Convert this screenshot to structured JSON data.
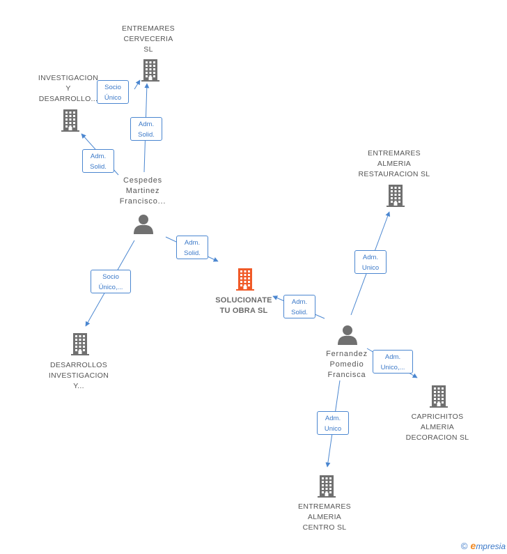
{
  "colors": {
    "node": "#707070",
    "main_node": "#f05a28",
    "edge": "#4a86d0",
    "edge_label_text": "#3a78c8"
  },
  "nodes": [
    {
      "id": "main",
      "kind": "company-main",
      "label": "SOLUCIONATE\nTU OBRA SL"
    },
    {
      "id": "cervec",
      "kind": "company",
      "label": "ENTREMARES\nCERVECERIA\nSL"
    },
    {
      "id": "invdes",
      "kind": "company",
      "label": "INVESTIGACION\nY\nDESARROLLO..."
    },
    {
      "id": "cespedes",
      "kind": "person",
      "label": "Cespedes\nMartinez\nFrancisco..."
    },
    {
      "id": "restaur",
      "kind": "company",
      "label": "ENTREMARES\nALMERIA\nRESTAURACION SL"
    },
    {
      "id": "desinv",
      "kind": "company",
      "label": "DESARROLLOS\nINVESTIGACION\nY..."
    },
    {
      "id": "fernandez",
      "kind": "person",
      "label": "Fernandez\nPomedio\nFrancisca"
    },
    {
      "id": "caprich",
      "kind": "company",
      "label": "CAPRICHITOS\nALMERIA\nDECORACION SL"
    },
    {
      "id": "centro",
      "kind": "company",
      "label": "ENTREMARES\nALMERIA\nCENTRO SL"
    }
  ],
  "edges": [
    {
      "from": "cespedes",
      "to": "cervec",
      "label": "Adm.\nSolid."
    },
    {
      "from": "cespedes",
      "to": "invdes",
      "label": "Adm.\nSolid."
    },
    {
      "from": "invdes",
      "to": "cervec",
      "label": "Socio\nÚnico"
    },
    {
      "from": "cespedes",
      "to": "main",
      "label": "Adm.\nSolid."
    },
    {
      "from": "cespedes",
      "to": "desinv",
      "label": "Socio\nÚnico,..."
    },
    {
      "from": "fernandez",
      "to": "main",
      "label": "Adm.\nSolid."
    },
    {
      "from": "fernandez",
      "to": "restaur",
      "label": "Adm.\nUnico"
    },
    {
      "from": "fernandez",
      "to": "caprich",
      "label": "Adm.\nUnico,..."
    },
    {
      "from": "fernandez",
      "to": "centro",
      "label": "Adm.\nUnico"
    }
  ],
  "footer": {
    "copyright": "©",
    "brand_initial": "e",
    "brand_rest": "mpresia"
  }
}
